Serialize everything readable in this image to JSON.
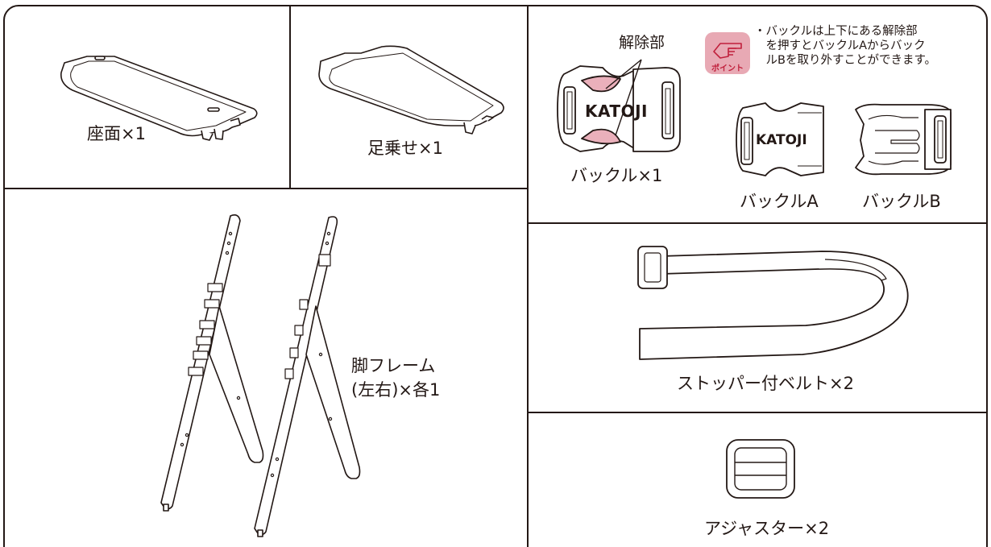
{
  "parts": {
    "seat": {
      "label": "座面×1"
    },
    "footrest": {
      "label": "足乗せ×1"
    },
    "buckle": {
      "label": "バックル×1",
      "release_callout": "解除部",
      "logo": "KATOJI"
    },
    "buckle_a": {
      "label": "バックルA",
      "logo": "KATOJI"
    },
    "buckle_b": {
      "label": "バックルB"
    },
    "leg_frame": {
      "label_line1": "脚フレーム",
      "label_line2": "(左右)×各1"
    },
    "belt": {
      "label": "ストッパー付ベルト×2"
    },
    "adjuster": {
      "label": "アジャスター×2"
    }
  },
  "point_note": {
    "badge_text": "ポイント",
    "text": "・バックルは上下にある解除部\n　を押すとバックルAからバック\n　ルBを取り外すことができます。",
    "badge_color": "#e8a9b4",
    "badge_text_color": "#c0203c"
  },
  "colors": {
    "line": "#231815",
    "release_highlight": "#eab0bb"
  }
}
